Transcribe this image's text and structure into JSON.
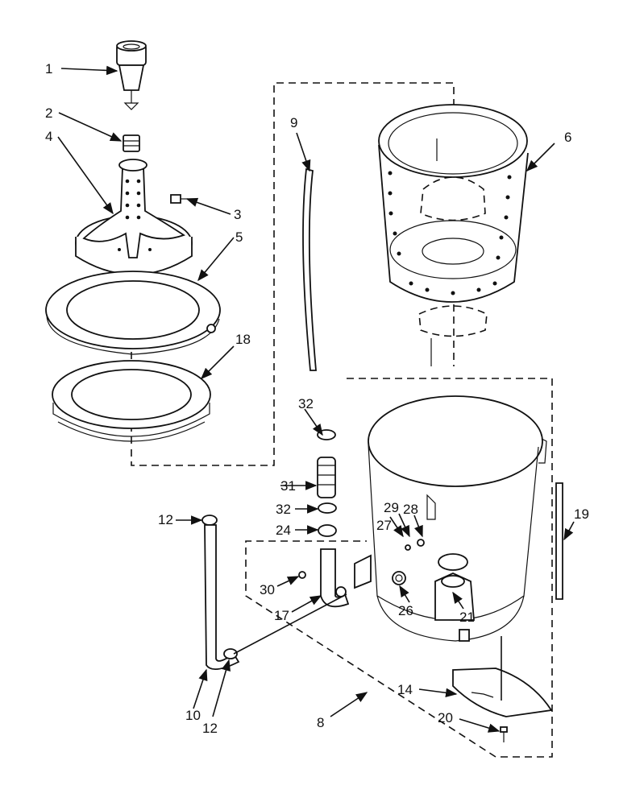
{
  "callouts": [
    {
      "id": "c1",
      "text": "1"
    },
    {
      "id": "c2",
      "text": "2"
    },
    {
      "id": "c3",
      "text": "3"
    },
    {
      "id": "c4",
      "text": "4"
    },
    {
      "id": "c5",
      "text": "5"
    },
    {
      "id": "c6",
      "text": "6"
    },
    {
      "id": "c8",
      "text": "8"
    },
    {
      "id": "c9",
      "text": "9"
    },
    {
      "id": "c10",
      "text": "10"
    },
    {
      "id": "c12a",
      "text": "12"
    },
    {
      "id": "c12b",
      "text": "12"
    },
    {
      "id": "c14",
      "text": "14"
    },
    {
      "id": "c17",
      "text": "17"
    },
    {
      "id": "c18",
      "text": "18"
    },
    {
      "id": "c19",
      "text": "19"
    },
    {
      "id": "c20",
      "text": "20"
    },
    {
      "id": "c21",
      "text": "21"
    },
    {
      "id": "c24",
      "text": "24"
    },
    {
      "id": "c26",
      "text": "26"
    },
    {
      "id": "c27",
      "text": "27"
    },
    {
      "id": "c28",
      "text": "28"
    },
    {
      "id": "c29",
      "text": "29"
    },
    {
      "id": "c30",
      "text": "30"
    },
    {
      "id": "c31",
      "text": "31"
    },
    {
      "id": "c32a",
      "text": "32"
    },
    {
      "id": "c32b",
      "text": "32"
    }
  ]
}
